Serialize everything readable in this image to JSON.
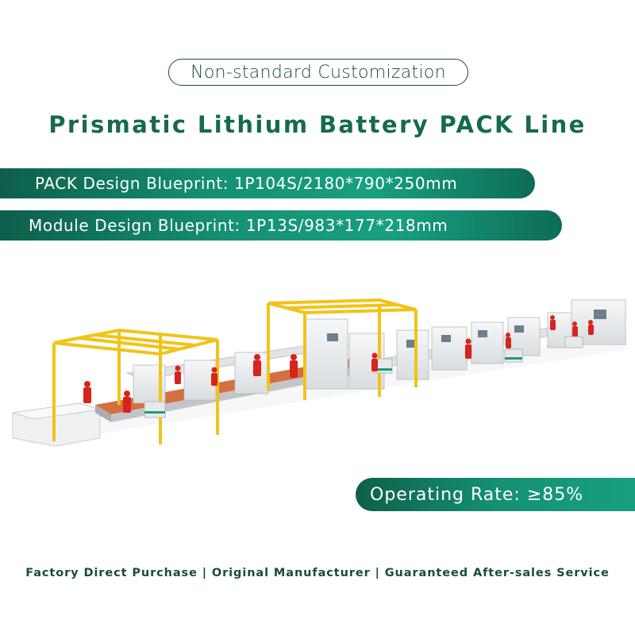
{
  "header": {
    "tag": "Non-standard Customization",
    "title": "Prismatic Lithium Battery PACK Line"
  },
  "specs": {
    "pack": "PACK Design Blueprint: 1P104S/2180*790*250mm",
    "module": "Module Design Blueprint: 1P13S/983*177*218mm"
  },
  "rate": "Operating Rate: ≥85%",
  "footer": "Factory Direct Purchase | Original Manufacturer | Guaranteed After-sales Service",
  "colors": {
    "brand_dark": "#0d5f4b",
    "brand_light": "#17a07f",
    "title": "#156a4f",
    "frame": "#f2c318",
    "worker": "#d8231c",
    "machine": "#eceef0"
  }
}
